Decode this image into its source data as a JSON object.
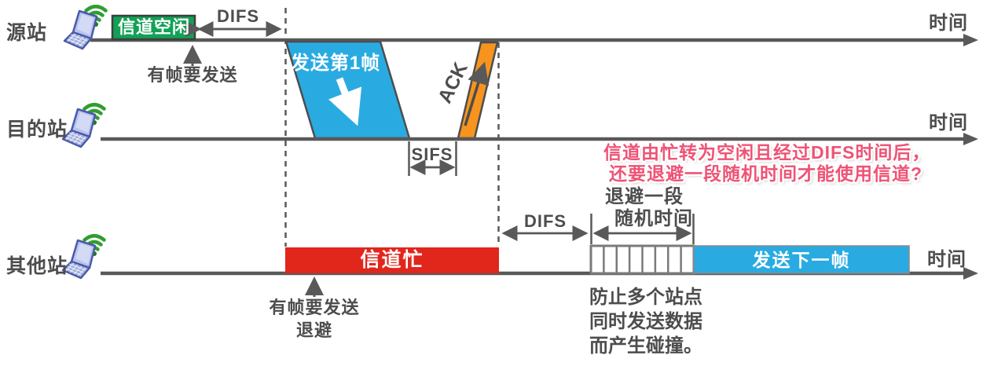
{
  "labels": {
    "source": "源站",
    "destination": "目的站",
    "others": "其他站",
    "time": "时间",
    "channel_idle": "信道空闲",
    "difs": "DIFS",
    "sifs": "SIFS",
    "ack": "ACK",
    "frame_ready": "有帧要发送",
    "send_frame1": "发送第1帧",
    "channel_busy": "信道忙",
    "send_next": "发送下一帧",
    "backoff_word": "退避",
    "backoff_seg_l1": "退避一段",
    "backoff_seg_l2": "随机时间",
    "note_l1": "信道由忙转为空闲且经过DIFS时间后，",
    "note_l2": "还要退避一段随机时间才能使用信道?",
    "collision_l1": "防止多个站点",
    "collision_l2": "同时发送数据",
    "collision_l3": "而产生碰撞。"
  },
  "backoff": {
    "slots": 8
  },
  "colors": {
    "idle_green": "#12a155",
    "data_blue": "#29abe2",
    "busy_red": "#e1261c",
    "ack_orange": "#f7941e",
    "note_pink": "#ee5376",
    "line_gray": "#595959",
    "wifi_green": "#33a02c",
    "laptop_blue": "#aab6e8"
  }
}
